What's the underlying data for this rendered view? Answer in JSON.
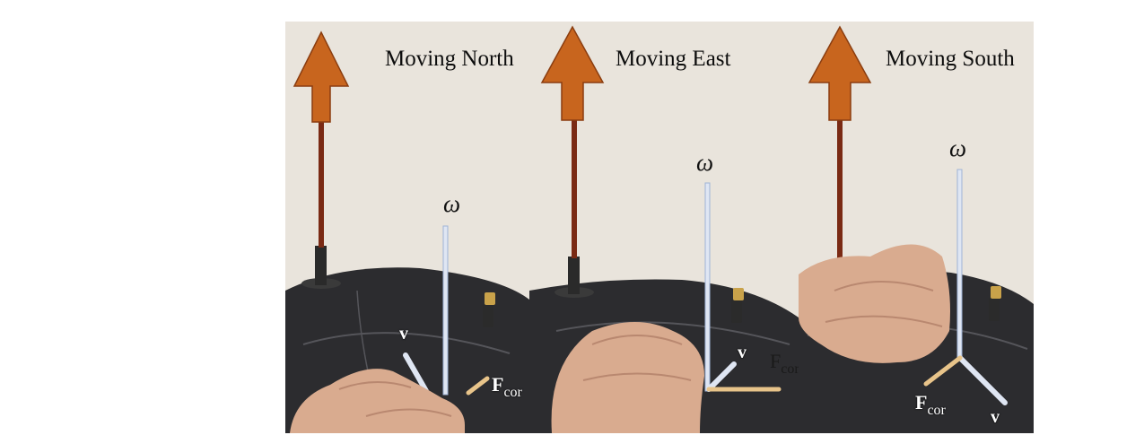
{
  "panels": [
    {
      "caption": "Moving North",
      "omega": "ω",
      "v": "v",
      "f_main": "F",
      "f_sub": "cor"
    },
    {
      "caption": "Moving East",
      "omega": "ω",
      "v": "v",
      "f_main": "F",
      "f_sub": "cor"
    },
    {
      "caption": "Moving South",
      "omega": "ω",
      "v": "v",
      "f_main": "F",
      "f_sub": "cor"
    }
  ],
  "icons": [
    "axis-arrow-icon",
    "globe",
    "hand"
  ],
  "colors": {
    "arrow": "#c8651e",
    "rod": "#7a2a14",
    "globe": "#2c2c2f",
    "vector": "#dfe6f3",
    "force": "#e8c48a",
    "wall": "#e9e4dc"
  }
}
